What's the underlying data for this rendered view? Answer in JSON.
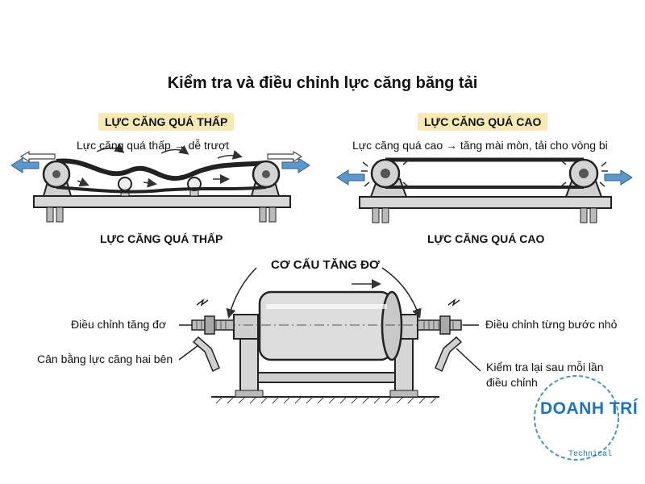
{
  "title": "Kiểm tra và điều chỉnh lực căng băng tải",
  "left_panel": {
    "tag": "LỰC CĂNG QUÁ THẤP",
    "note": "Lực căng quá thấp → dễ trượt",
    "caption": "LỰC CĂNG QUÁ THẤP"
  },
  "right_panel": {
    "tag": "LỰC CĂNG QUÁ CAO",
    "note": "Lực căng quá cao → tăng mài mòn, tải cho vòng bi",
    "caption": "LỰC CĂNG QUÁ CAO"
  },
  "bottom_panel": {
    "heading": "CƠ CẤU TĂNG ĐƠ",
    "label_left_top": "Điều chỉnh tăng đơ",
    "label_left_bottom": "Cân bằng lực căng hai bên",
    "label_right_top": "Điều chỉnh từng bước nhỏ",
    "label_right_bottom_1": "Kiểm tra lại sau mỗi lần",
    "label_right_bottom_2": "điều chỉnh"
  },
  "brand": {
    "name": "DOANH TRÍ",
    "sub": "Technical"
  },
  "colors": {
    "arrow_blue": "#5d97c9",
    "tag_bg": "#f6e9b4",
    "brand_blue": "#1e73be"
  }
}
